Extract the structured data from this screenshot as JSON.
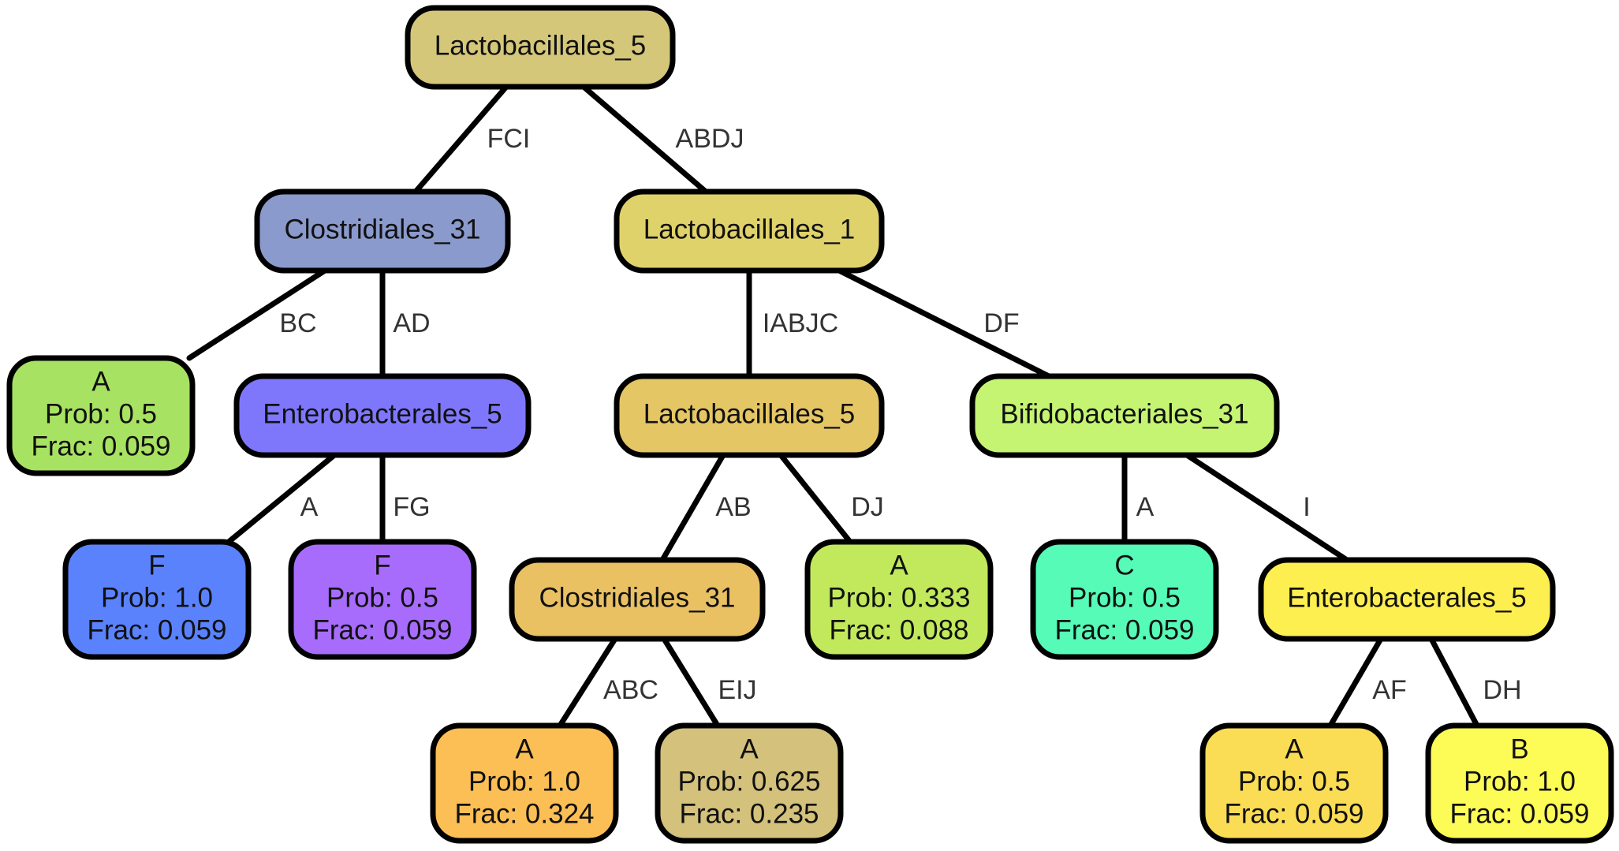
{
  "nodes": {
    "root": {
      "lines": [
        "Lactobacillales_5"
      ],
      "color": "#d4c77a"
    },
    "clos1": {
      "lines": [
        "Clostridiales_31"
      ],
      "color": "#8b9acc"
    },
    "lacto1": {
      "lines": [
        "Lactobacillales_1"
      ],
      "color": "#e0d26a"
    },
    "leafA1": {
      "lines": [
        "A",
        "Prob: 0.5",
        "Frac: 0.059"
      ],
      "color": "#a8e262"
    },
    "entero1": {
      "lines": [
        "Enterobacterales_5"
      ],
      "color": "#7f77fb"
    },
    "leafF1": {
      "lines": [
        "F",
        "Prob: 1.0",
        "Frac: 0.059"
      ],
      "color": "#5a82fd"
    },
    "leafF2": {
      "lines": [
        "F",
        "Prob: 0.5",
        "Frac: 0.059"
      ],
      "color": "#a76cfb"
    },
    "lacto5b": {
      "lines": [
        "Lactobacillales_5"
      ],
      "color": "#e5c665"
    },
    "bifido": {
      "lines": [
        "Bifidobacteriales_31"
      ],
      "color": "#c5f473"
    },
    "clos2": {
      "lines": [
        "Clostridiales_31"
      ],
      "color": "#e9c163"
    },
    "leafA2": {
      "lines": [
        "A",
        "Prob: 0.333",
        "Frac: 0.088"
      ],
      "color": "#c1e95b"
    },
    "leafC": {
      "lines": [
        "C",
        "Prob: 0.5",
        "Frac: 0.059"
      ],
      "color": "#55fbb6"
    },
    "entero2": {
      "lines": [
        "Enterobacterales_5"
      ],
      "color": "#fdef50"
    },
    "leafA3": {
      "lines": [
        "A",
        "Prob: 1.0",
        "Frac: 0.324"
      ],
      "color": "#fcbf55"
    },
    "leafA4": {
      "lines": [
        "A",
        "Prob: 0.625",
        "Frac: 0.235"
      ],
      "color": "#d3c17c"
    },
    "leafA5": {
      "lines": [
        "A",
        "Prob: 0.5",
        "Frac: 0.059"
      ],
      "color": "#fbdd55"
    },
    "leafB": {
      "lines": [
        "B",
        "Prob: 1.0",
        "Frac: 0.059"
      ],
      "color": "#fdfb55"
    }
  },
  "edges": [
    {
      "id": "root-clos1",
      "label": "FCI"
    },
    {
      "id": "root-lacto1",
      "label": "ABDJ"
    },
    {
      "id": "clos1-leafA1",
      "label": "BC"
    },
    {
      "id": "clos1-entero1",
      "label": "AD"
    },
    {
      "id": "entero1-leafF1",
      "label": "A"
    },
    {
      "id": "entero1-leafF2",
      "label": "FG"
    },
    {
      "id": "lacto1-lacto5b",
      "label": "IABJC"
    },
    {
      "id": "lacto1-bifido",
      "label": "DF"
    },
    {
      "id": "lacto5b-clos2",
      "label": "AB"
    },
    {
      "id": "lacto5b-leafA2",
      "label": "DJ"
    },
    {
      "id": "clos2-leafA3",
      "label": "ABC"
    },
    {
      "id": "clos2-leafA4",
      "label": "EIJ"
    },
    {
      "id": "bifido-leafC",
      "label": "A"
    },
    {
      "id": "bifido-entero2",
      "label": "I"
    },
    {
      "id": "entero2-leafA5",
      "label": "AF"
    },
    {
      "id": "entero2-leafB",
      "label": "DH"
    }
  ]
}
